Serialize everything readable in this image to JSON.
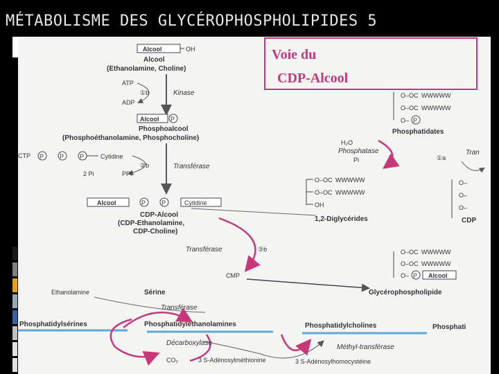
{
  "slide": {
    "title": "MÉTABOLISME DES GLYCÉROPHOSPHOLIPIDES 5",
    "highlight_color": "#c8377a",
    "underline_color": "#5aa9dc",
    "sidebar_colors": [
      "#1a1a1a",
      "#7f7f7f",
      "#e6a020",
      "#9aa6b0",
      "#3a5fa0",
      "#c0c0c0",
      "#e0e0e0",
      "#e0e0e0"
    ]
  },
  "callout": {
    "line1": "Voie du",
    "line2": "CDP-Alcool"
  },
  "diagram": {
    "alcool_box": "Alcool",
    "oh": "OH",
    "alcool_title": "Alcool",
    "alcool_sub": "(Ethanolamine, Choline)",
    "atp": "ATP",
    "adp": "ADP",
    "step1b": "①b",
    "kinase": "Kinase",
    "p": "P",
    "phosphoalcool_title": "Phosphoalcool",
    "phosphoalcool_sub": "(Phosphoéthanolamine, Phosphocholine)",
    "ctp": "CTP",
    "cytidine": "Cytidine",
    "step2b": "②b",
    "transferase": "Transférase",
    "ppi": "2 Pi",
    "ppi2": "PPi",
    "cdp_title": "CDP-Alcool",
    "cdp_sub1": "(CDP-Ethanolamine,",
    "cdp_sub2": "CDP-Choline)",
    "transferase3": "Transférase",
    "step3b": "③b",
    "cmp": "CMP",
    "oc": "O–OC",
    "wave": "WWWWW",
    "op": "O–",
    "oh2": "OH",
    "diglycerides": "1,2-Diglycérides",
    "phosphatidates": "Phosphatidates",
    "h2o": "H₂O",
    "phosphatase": "Phosphatase",
    "pi": "Pi",
    "tran": "Tran",
    "step1a": "①a",
    "cdp_cut": "CDP",
    "glycerophospholipide": "Glycérophospholipide",
    "ethanolamine": "Ethanolamine",
    "serine": "Sérine",
    "transferase_low": "Transférase",
    "ps": "Phosphatidylsérines",
    "pe": "Phosphatidyléthanolamines",
    "pc": "Phosphatidylcholines",
    "phosph_cut": "Phosphati",
    "decarboxylase": "Décarboxylase",
    "co2": "CO₂",
    "methyl": "Méthyl-transférase",
    "sam": "3 S-Adénosylméthionine",
    "sah": "3 S-Adénosylhomocystéine"
  }
}
